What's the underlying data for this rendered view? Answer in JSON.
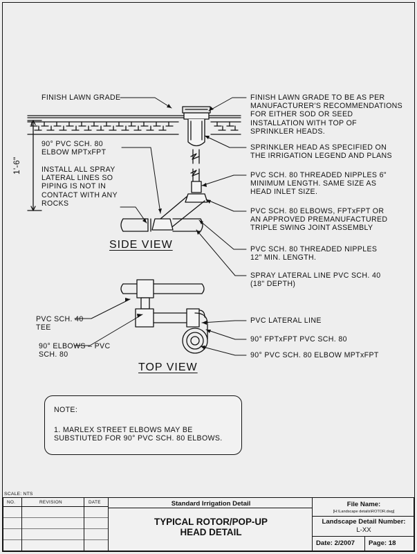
{
  "labels": {
    "finish_lawn_grade": "FINISH LAWN GRADE",
    "finish_lawn_note": "FINISH LAWN GRADE TO BE AS PER\nMANUFACTURER'S RECOMMENDATIONS\nFOR EITHER SOD OR SEED\nINSTALLATION WITH TOP OF\nSPRINKLER HEADS.",
    "elbow_left": "90° PVC SCH. 80\nELBOW MPTxFPT",
    "install_note": "INSTALL ALL SPRAY\nLATERAL LINES SO\nPIPING IS NOT IN\nCONTACT WITH ANY\nROCKS",
    "dimension": "1'-6\"",
    "sprinkler_head": "SPRINKLER HEAD AS SPECIFIED ON\nTHE IRRIGATION LEGEND AND PLANS",
    "nipples_6": "PVC SCH. 80 THREADED NIPPLES 6\"\nMINIMUM LENGTH. SAME SIZE AS\nHEAD INLET SIZE.",
    "elbows_fpt": "PVC SCH. 80 ELBOWS, FPTxFPT OR\nAN APPROVED PREMANUFACTURED\nTRIPLE SWING JOINT ASSEMBLY",
    "nipples_12": "PVC SCH. 80 THREADED NIPPLES\n12\" MIN. LENGTH.",
    "spray_lateral": "SPRAY LATERAL LINE PVC SCH. 40\n(18\" DEPTH)",
    "pvc_tee": "PVC SCH. 40\nTEE",
    "elbows_90": "90° ELBOWS – PVC\nSCH. 80",
    "pvc_lateral": "PVC LATERAL LINE",
    "fpt_fpt": "90° FPTxFPT PVC SCH. 80",
    "elbow_mpt": "90° PVC SCH. 80 ELBOW MPTxFPT"
  },
  "views": {
    "side": "SIDE VIEW",
    "top": "TOP VIEW"
  },
  "note": {
    "title": "NOTE:",
    "text": "1. MARLEX STREET ELBOWS MAY BE\nSUBSTIUTED FOR 90° PVC SCH. 80 ELBOWS."
  },
  "title_block": {
    "scale": "SCALE:  NTS",
    "col_no": "NO.",
    "col_revision": "REVISION",
    "col_date": "DATE",
    "standard": "Standard Irrigation Detail",
    "title": "TYPICAL ROTOR/POP-UP\nHEAD DETAIL",
    "file_name_label": "File Name:",
    "file_name": "[H:\\Landscape details\\ROTOR.dwg]",
    "detail_number_label": "Landscape Detail Number:",
    "detail_number": "L-XX",
    "date": "Date: 2/2007",
    "page": "Page: 18"
  },
  "colors": {
    "line": "#111111",
    "paper": "#eeeeee"
  }
}
